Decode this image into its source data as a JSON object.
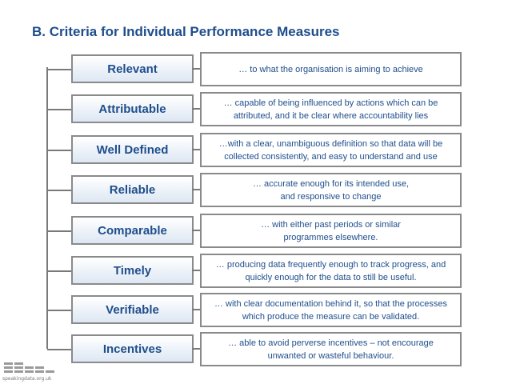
{
  "title": "B. Criteria for Individual Performance Measures",
  "criteria": [
    {
      "name": "Relevant",
      "desc": [
        "… to what the organisation is aiming to achieve"
      ]
    },
    {
      "name": "Attributable",
      "desc": [
        "… capable of being influenced by actions which can be",
        "attributed, and it be clear where accountability lies"
      ]
    },
    {
      "name": "Well Defined",
      "desc": [
        "…with a clear, unambiguous definition so that data will be",
        "collected consistently, and easy to understand and use"
      ]
    },
    {
      "name": "Reliable",
      "desc": [
        "… accurate enough for its intended use,",
        "and responsive to change"
      ]
    },
    {
      "name": "Comparable",
      "desc": [
        "… with either past periods or similar",
        "programmes elsewhere."
      ]
    },
    {
      "name": "Timely",
      "desc": [
        "… producing data frequently enough to track progress, and",
        "quickly enough for the data to still be useful."
      ]
    },
    {
      "name": "Verifiable",
      "desc": [
        "… with clear documentation behind it, so that the processes",
        "which produce the measure can be validated."
      ]
    },
    {
      "name": "Incentives",
      "desc": [
        "… able to avoid perverse incentives – not encourage",
        "unwanted or wasteful behaviour."
      ]
    }
  ],
  "logo": {
    "text": "speakingdata.org.uk"
  },
  "colors": {
    "text": "#1f4e8c",
    "border": "#8a8a8a",
    "box_gradient_bottom": "#dde7f3"
  }
}
